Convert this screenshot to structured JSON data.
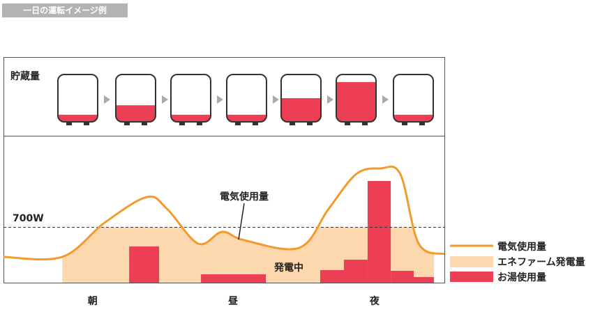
{
  "title": "一日の運転イメージ例",
  "storage": {
    "label": "貯蔵量",
    "tank_fill_levels": [
      0.15,
      0.35,
      0.15,
      0.15,
      0.5,
      0.84,
      0.15
    ]
  },
  "colors": {
    "electricity": "#f39a2b",
    "generation": "#fdd8ae",
    "hot_water": "#ec3e55",
    "tank_fill": "#ec3e55"
  },
  "chart_data": {
    "type": "area",
    "threshold": {
      "label": "700W",
      "value": 700
    },
    "x_range_hours": [
      0,
      24
    ],
    "x_tick_labels": [
      {
        "label": "朝",
        "hour": 4.85
      },
      {
        "label": "昼",
        "hour": 12.5
      },
      {
        "label": "夜",
        "hour": 20.2
      }
    ],
    "annotations": {
      "curve_label": "電気使用量",
      "generating_label": "発電中"
    },
    "generation_range_hours": [
      3.2,
      23.43
    ],
    "electricity_curve": [
      [
        0,
        324
      ],
      [
        3.2,
        324
      ],
      [
        5.5,
        753
      ],
      [
        7.8,
        1076
      ],
      [
        8.9,
        928
      ],
      [
        10.6,
        490
      ],
      [
        11.9,
        639
      ],
      [
        13.1,
        534
      ],
      [
        16.1,
        438
      ],
      [
        17.7,
        928
      ],
      [
        19.2,
        1365
      ],
      [
        20.5,
        1435
      ],
      [
        21.6,
        1365
      ],
      [
        22.6,
        490
      ],
      [
        24,
        359
      ]
    ],
    "hot_water_bars": [
      {
        "start": 6.84,
        "end": 8.47,
        "value": 455
      },
      {
        "start": 10.75,
        "end": 14.28,
        "value": 105
      },
      {
        "start": 17.24,
        "end": 18.53,
        "value": 158
      },
      {
        "start": 18.53,
        "end": 19.82,
        "value": 289
      },
      {
        "start": 19.82,
        "end": 21.08,
        "value": 1278
      },
      {
        "start": 21.08,
        "end": 22.33,
        "value": 149
      },
      {
        "start": 22.33,
        "end": 23.43,
        "value": 70
      }
    ],
    "legend": [
      "電気使用量",
      "エネファーム発電量",
      "お湯使用量"
    ]
  }
}
